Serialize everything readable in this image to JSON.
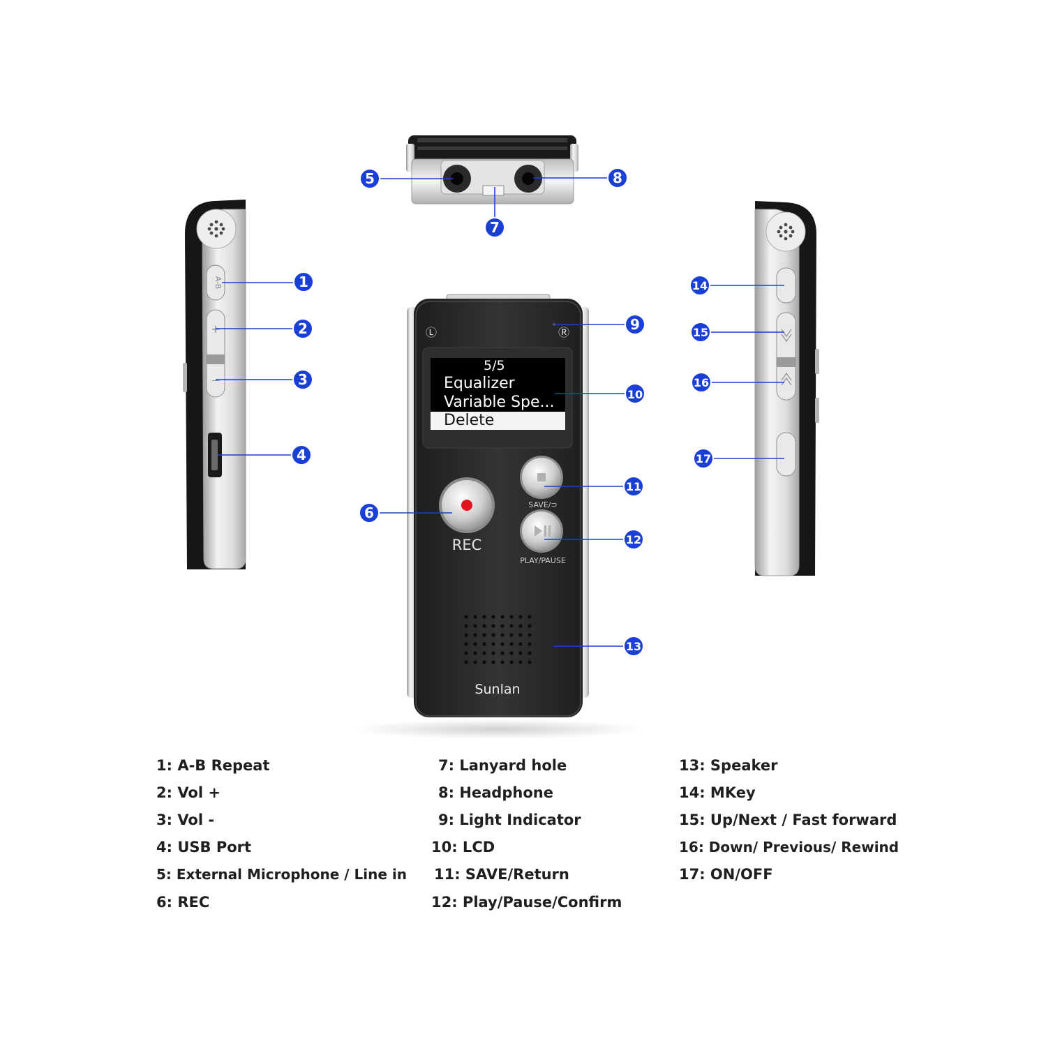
{
  "device": {
    "brand": "Sunlan",
    "lcd": {
      "counter": "5/5",
      "lines": [
        "Equalizer",
        "Variable Spe...",
        "Delete"
      ],
      "selected_index": 2
    },
    "buttons": {
      "rec_label": "REC",
      "save_label": "SAVE/⊃",
      "play_label": "PLAY/PAUSE"
    },
    "indicators": {
      "left": "Ⓛ",
      "right": "Ⓡ"
    },
    "side_left_keys": [
      "A-B",
      "+",
      "—"
    ],
    "colors": {
      "body": "#2a2a2c",
      "silver": "#d9d9d9",
      "callout": "#1a3fd6",
      "rec_dot": "#e3141e"
    }
  },
  "callouts": [
    "1",
    "2",
    "3",
    "4",
    "5",
    "6",
    "7",
    "8",
    "9",
    "10",
    "11",
    "12",
    "13",
    "14",
    "15",
    "16",
    "17"
  ],
  "legend": {
    "col1": [
      "1: A-B Repeat",
      "2: Vol +",
      "3: Vol -",
      "4: USB Port",
      "5: External Microphone / Line in",
      "6: REC"
    ],
    "col2": [
      "7: Lanyard hole",
      "8: Headphone",
      "9: Light Indicator",
      "10: LCD",
      "11: SAVE/Return",
      "12: Play/Pause/Confirm"
    ],
    "col3": [
      "13: Speaker",
      "14: MKey",
      "15: Up/Next / Fast forward",
      "16: Down/ Previous/ Rewind",
      "17: ON/OFF"
    ]
  }
}
